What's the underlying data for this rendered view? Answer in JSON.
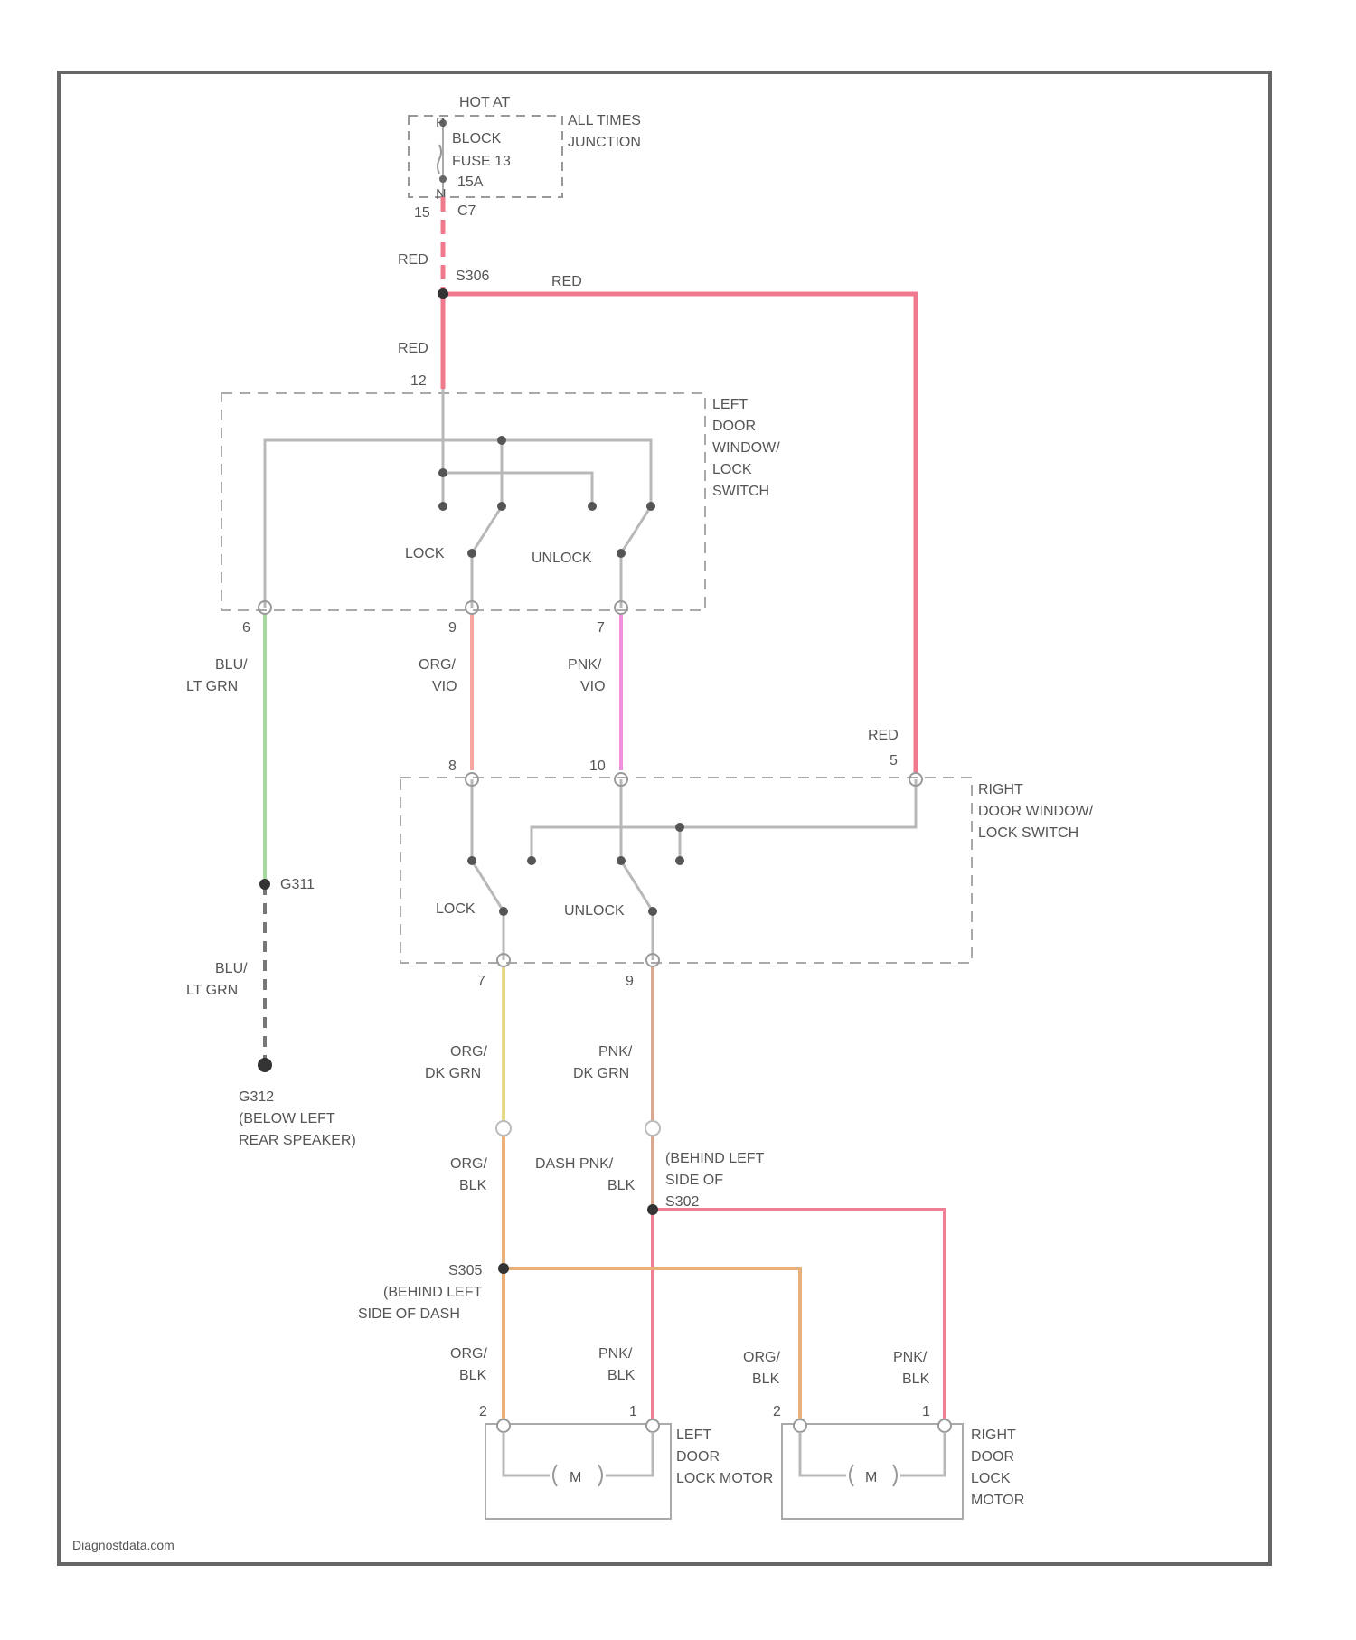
{
  "fuse_block": {
    "hot_at": "HOT AT",
    "pin_top": "B",
    "block_label": "BLOCK",
    "fuse_label": "FUSE 13",
    "amp_label": "15A",
    "pin_bottom": "N",
    "connector": "C7",
    "pin_number": "15",
    "junction_line1": "ALL TIMES",
    "junction_line2": "JUNCTION"
  },
  "splice_s306": "S306",
  "left_switch": {
    "line1": "LEFT",
    "line2": "DOOR",
    "line3": "WINDOW/",
    "line4": "LOCK",
    "line5": "SWITCH",
    "pin_top": "12",
    "pin_a": "6",
    "pin_b": "9",
    "pin_c": "7",
    "lock": "LOCK",
    "unlock": "UNLOCK"
  },
  "right_switch": {
    "line1": "RIGHT",
    "line2": "DOOR WINDOW/",
    "line3": "LOCK SWITCH",
    "pin_a": "8",
    "pin_b": "10",
    "pin_c": "5",
    "pin_out_a": "7",
    "pin_out_b": "9",
    "lock": "LOCK",
    "unlock": "UNLOCK"
  },
  "wires": {
    "red": "RED",
    "blu": "BLU/",
    "lt_grn": "LT GRN",
    "org": "ORG/",
    "vio": "VIO",
    "pnk": "PNK/",
    "dk_grn": "DK GRN",
    "blk": "BLK",
    "dash_pnk": "DASH PNK/"
  },
  "ground": {
    "g311": "G311",
    "g312": "G312",
    "g312_line2": "(BELOW LEFT",
    "g312_line3": "REAR SPEAKER)"
  },
  "splice_s302": {
    "line1": "(BEHIND LEFT",
    "line2": "SIDE OF",
    "line3": "S302"
  },
  "splice_s305": {
    "name": "S305",
    "line2": "(BEHIND LEFT",
    "line3": "SIDE OF DASH"
  },
  "left_motor": {
    "line1": "LEFT",
    "line2": "DOOR",
    "line3": "LOCK MOTOR",
    "pin_a": "2",
    "pin_b": "1",
    "symbol": "M"
  },
  "right_motor": {
    "line1": "RIGHT",
    "line2": "DOOR",
    "line3": "LOCK",
    "line4": "MOTOR",
    "pin_a": "2",
    "pin_b": "1",
    "symbol": "M"
  },
  "watermark": "Diagnostdata.com",
  "colors": {
    "red_wire": "#f07a8c",
    "green_wire": "#a6d9a0",
    "pink_wire": "#f28fe0",
    "salmon_wire": "#f7a6a0",
    "yellow_wire": "#e9d98a",
    "brown_wire": "#d9a890",
    "orange_wire": "#e8b07a",
    "frame": "#666666",
    "gray_line": "#b8b8b8"
  }
}
